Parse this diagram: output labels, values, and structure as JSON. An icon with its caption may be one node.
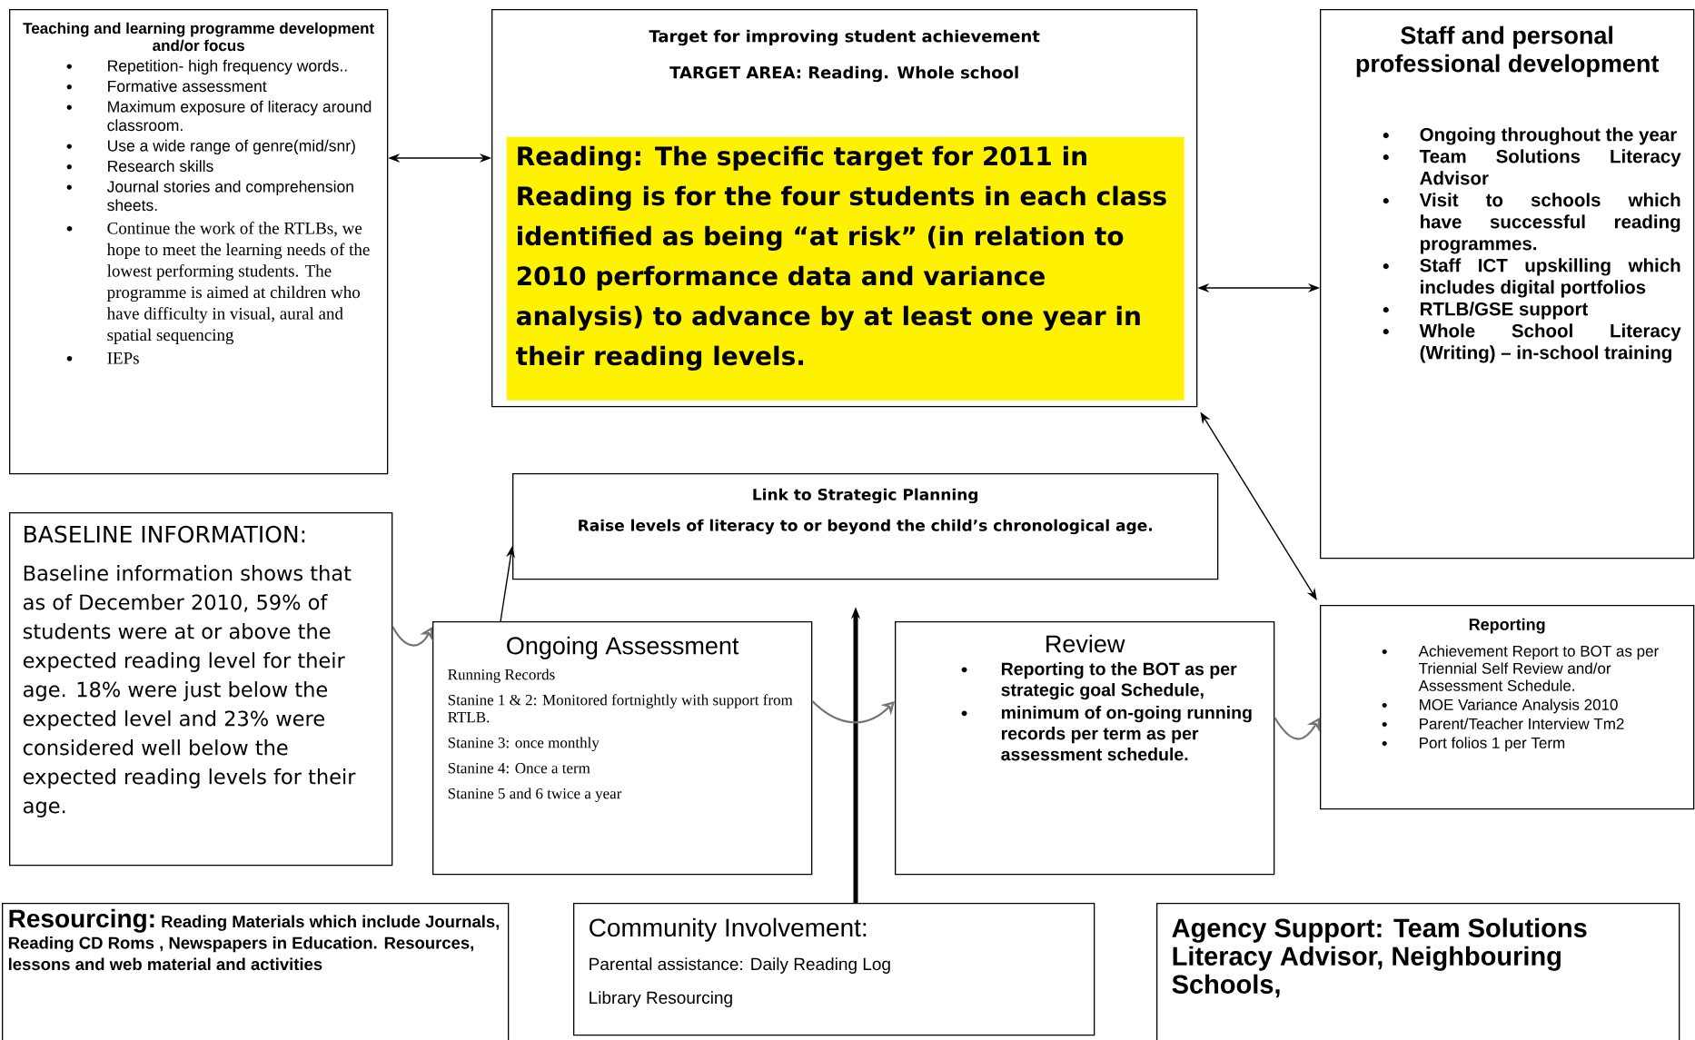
{
  "diagram": {
    "nodes": [
      {
        "text": [
          "Teaching and learning programme development and/or focus",
          "Repetition- high frequency words..",
          "Formative assessment",
          "Maximum exposure of literacy around classroom.",
          "Use a wide range of genre(mid/snr)",
          "Research skills",
          "Journal stories and comprehension sheets.",
          "Continue the work of the RTLBs, we hope to meet the learning needs of the lowest performing students. The programme is aimed at children who have difficulty in visual, aural and spatial sequencing",
          "IEPs"
        ]
      },
      {
        "text": [
          "Target for improving student achievement",
          "TARGET AREA: Reading. Whole school"
        ]
      },
      {
        "text": [
          "Reading:  The specific target for 2011 in Reading is for the four students in each class identified as being “at risk” (in relation to 2010 performance data and variance analysis) to advance by at least one year in their reading levels."
        ],
        "in": 1
      },
      {
        "text": [
          "Staff and personal professional development",
          "Ongoing throughout the year",
          "Team Solutions Literacy Advisor",
          "Visit to schools which have successful reading programmes.",
          "Staff ICT upskilling which includes digital portfolios",
          "RTLB/GSE support",
          "Whole School Literacy (Writing) – in-school training"
        ]
      },
      {
        "text": [
          "BASELINE INFORMATION:",
          "Baseline information shows that as of December 2010, 59% of students were at or above the expected reading level for their age. 18% were just below the expected level and 23% were considered well below the expected reading levels for their age."
        ]
      },
      {
        "text": [
          "Link to Strategic Planning",
          "Raise levels of literacy to or beyond the child’s chronological age."
        ]
      },
      {
        "text": [
          "Ongoing Assessment",
          "Running Records",
          "Stanine 1 & 2: Monitored fortnightly with support from RTLB.",
          "Stanine 3: once monthly",
          "Stanine 4: Once a term",
          "Stanine 5 and 6 twice a year"
        ]
      },
      {
        "text": [
          "Review",
          "Reporting to the BOT as per strategic goal Schedule,",
          "minimum of on-going running records per term as per assessment schedule."
        ]
      },
      {
        "text": [
          "Reporting",
          "Achievement Report to  BOT as per Triennial Self Review and/or Assessment Schedule.",
          "MOE Variance Analysis 2010",
          "Parent/Teacher Interview Tm2",
          "Port folios 1 per Term"
        ]
      },
      {
        "text": [
          "Resourcing:",
          "Reading Materials which include Journals, Reading CD Roms , Newspapers in Education. Resources, lessons and web material and activities"
        ]
      },
      {
        "text": [
          "Community Involvement:",
          "Parental assistance: Daily Reading Log",
          "Library Resourcing"
        ]
      },
      {
        "text": [
          "Agency Support: Team Solutions Literacy Advisor, Neighbouring Schools,"
        ]
      }
    ],
    "edges": [
      {
        "from": 0,
        "to": 1,
        "arrow": "both"
      },
      {
        "from": 1,
        "to": 3,
        "arrow": "both"
      },
      {
        "from": 1,
        "to": 8,
        "arrow": "both"
      },
      {
        "from": 4,
        "to": 6,
        "arrow": "to",
        "color": "#737373"
      },
      {
        "from": 6,
        "to": 5,
        "arrow": "to"
      },
      {
        "from": 10,
        "to": 5,
        "arrow": "to",
        "style": "thick"
      },
      {
        "from": 6,
        "to": 7,
        "arrow": "to",
        "color": "#737373"
      },
      {
        "from": 7,
        "to": 8,
        "arrow": "to",
        "color": "#737373"
      }
    ]
  }
}
